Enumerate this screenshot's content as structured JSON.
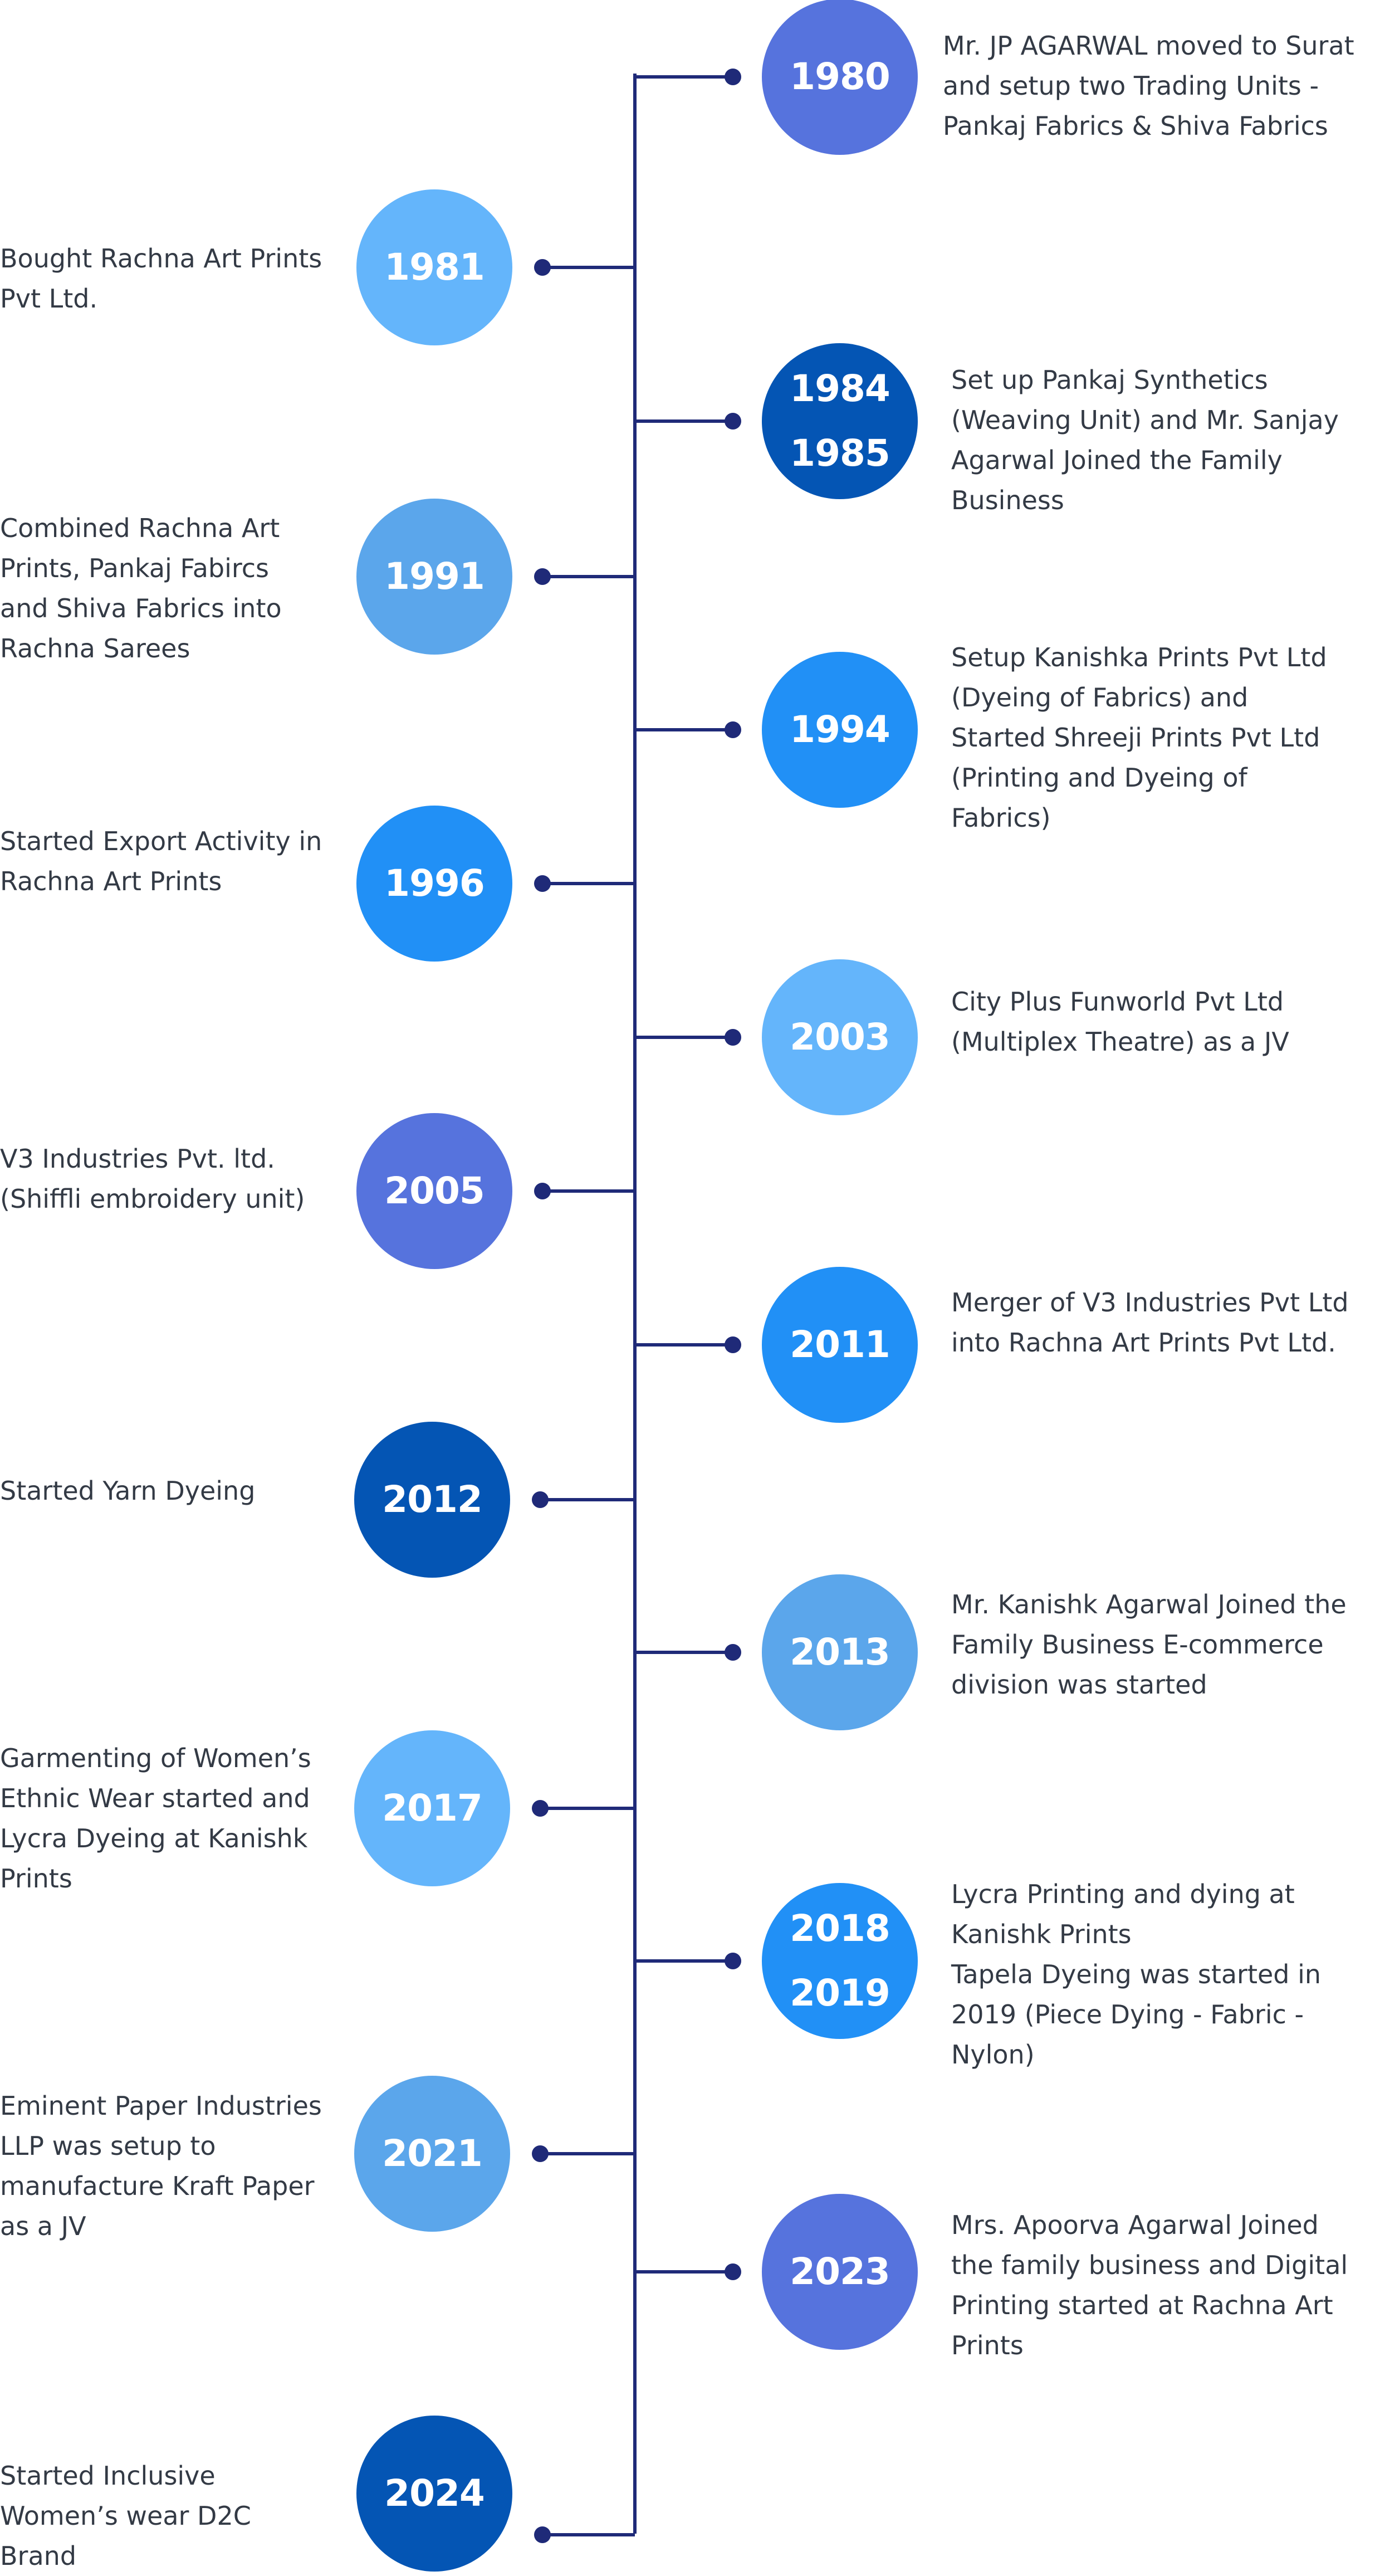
{
  "colors": {
    "line": "#1f2a78",
    "text": "#333a45",
    "circle_light": "#64b5fb",
    "circle_mid": "#5ba6eb",
    "circle_bright": "#2190f6",
    "circle_indigo": "#5673dd",
    "circle_dark": "#0455b4"
  },
  "events": [
    {
      "side": "right",
      "years": [
        "1980"
      ],
      "text": "Mr. JP AGARWAL moved to Surat\nand setup two Trading Units -\nPankaj Fabrics & Shiva Fabrics",
      "color": "#5673dd"
    },
    {
      "side": "left",
      "years": [
        "1981"
      ],
      "text": "Bought Rachna Art Prints\nPvt Ltd.",
      "color": "#64b5fb"
    },
    {
      "side": "right",
      "years": [
        "1984",
        "1985"
      ],
      "text": "Set up Pankaj Synthetics\n(Weaving Unit) and Mr. Sanjay\nAgarwal Joined the Family\nBusiness",
      "color": "#0455b4"
    },
    {
      "side": "left",
      "years": [
        "1991"
      ],
      "text": "Combined Rachna Art\nPrints, Pankaj Fabircs\nand Shiva Fabrics into\nRachna Sarees",
      "color": "#5ba6eb"
    },
    {
      "side": "right",
      "years": [
        "1994"
      ],
      "text": "Setup Kanishka Prints Pvt Ltd\n(Dyeing of Fabrics) and\nStarted Shreeji Prints Pvt Ltd\n(Printing and Dyeing of\nFabrics)",
      "color": "#2190f6"
    },
    {
      "side": "left",
      "years": [
        "1996"
      ],
      "text": "Started Export Activity in\nRachna Art Prints",
      "color": "#2190f6"
    },
    {
      "side": "right",
      "years": [
        "2003"
      ],
      "text": "City Plus Funworld Pvt Ltd\n(Multiplex Theatre) as a JV",
      "color": "#64b5fb"
    },
    {
      "side": "left",
      "years": [
        "2005"
      ],
      "text": "V3 Industries Pvt. ltd.\n(Shiffli embroidery unit)",
      "color": "#5673dd"
    },
    {
      "side": "right",
      "years": [
        "2011"
      ],
      "text": "Merger of V3 Industries Pvt Ltd\ninto Rachna Art Prints Pvt Ltd.",
      "color": "#2190f6"
    },
    {
      "side": "left",
      "years": [
        "2012"
      ],
      "text": "Started Yarn Dyeing",
      "color": "#0455b4"
    },
    {
      "side": "right",
      "years": [
        "2013"
      ],
      "text": "Mr. Kanishk Agarwal Joined the\nFamily Business E-commerce\ndivision was started",
      "color": "#5ba6eb"
    },
    {
      "side": "left",
      "years": [
        "2017"
      ],
      "text": "Garmenting of Women’s\nEthnic Wear started and\nLycra Dyeing at Kanishk\nPrints",
      "color": "#64b5fb"
    },
    {
      "side": "right",
      "years": [
        "2018",
        "2019"
      ],
      "text": "Lycra Printing and dying at\nKanishk Prints\nTapela Dyeing was started in\n2019 (Piece Dying - Fabric -\nNylon)",
      "color": "#2190f6"
    },
    {
      "side": "left",
      "years": [
        "2021"
      ],
      "text": "Eminent Paper Industries\nLLP was setup to\nmanufacture Kraft Paper\nas a JV",
      "color": "#5ba6eb"
    },
    {
      "side": "right",
      "years": [
        "2023"
      ],
      "text": "Mrs. Apoorva Agarwal Joined\nthe family business and Digital\nPrinting started at Rachna Art\nPrints",
      "color": "#5673dd"
    },
    {
      "side": "left",
      "years": [
        "2024"
      ],
      "text": "Started Inclusive\nWomen’s wear D2C\nBrand",
      "color": "#0455b4"
    }
  ]
}
